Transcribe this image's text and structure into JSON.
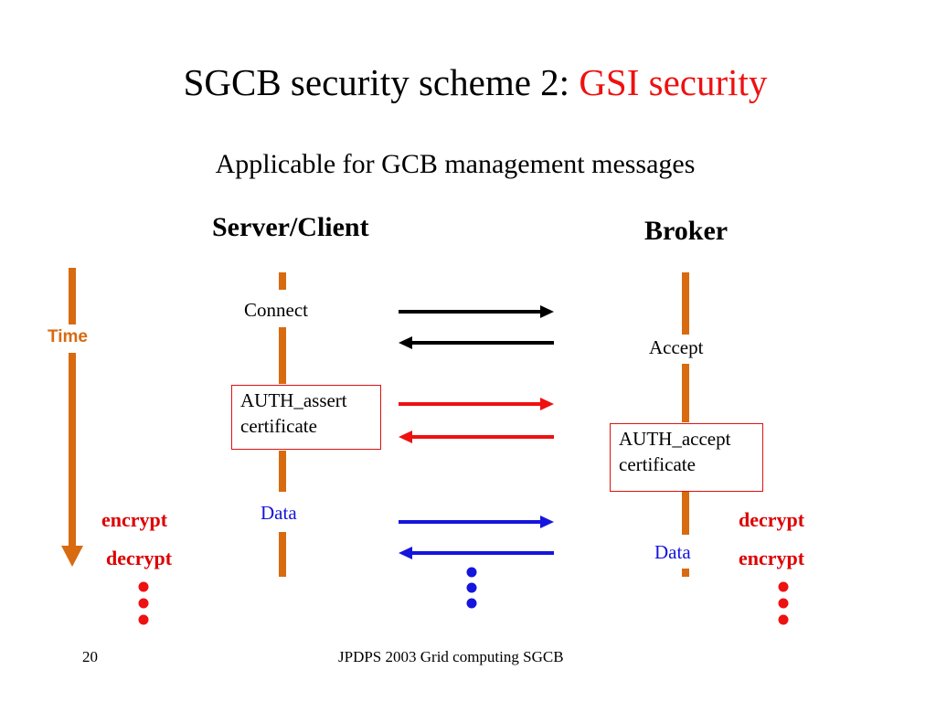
{
  "slide": {
    "title_main": "SGCB security scheme 2: ",
    "title_accent": "GSI security",
    "subtitle": "Applicable for GCB management messages",
    "accent_color": "#ee1111"
  },
  "columns": {
    "left": "Server/Client",
    "right": "Broker"
  },
  "timeline": {
    "label": "Time",
    "color": "#d86a10"
  },
  "left_labels": {
    "connect": "Connect",
    "auth_line1": "AUTH_assert",
    "auth_line2": "certificate",
    "data": "Data",
    "encrypt": "encrypt",
    "decrypt": "decrypt"
  },
  "right_labels": {
    "accept": "Accept",
    "auth_line1": "AUTH_accept",
    "auth_line2": "certificate",
    "data": "Data",
    "decrypt": "decrypt",
    "encrypt": "encrypt"
  },
  "arrows": [
    {
      "direction": "right",
      "color": "#000000",
      "phase": "connect"
    },
    {
      "direction": "left",
      "color": "#000000",
      "phase": "accept"
    },
    {
      "direction": "right",
      "color": "#ee1111",
      "phase": "auth_assert"
    },
    {
      "direction": "left",
      "color": "#ee1111",
      "phase": "auth_accept"
    },
    {
      "direction": "right",
      "color": "#1515dd",
      "phase": "data"
    },
    {
      "direction": "left",
      "color": "#1515dd",
      "phase": "data"
    }
  ],
  "footer": {
    "page_number": "20",
    "text": "JPDPS 2003 Grid computing SGCB"
  }
}
